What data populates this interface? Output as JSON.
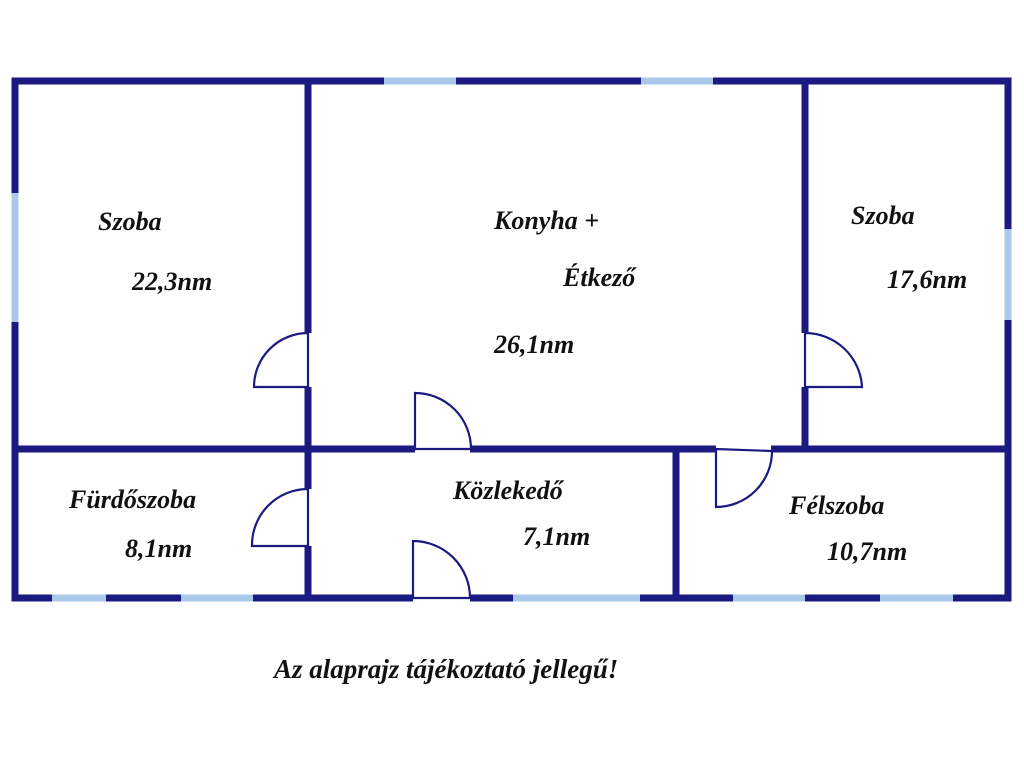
{
  "rooms": [
    {
      "name": "Szoba",
      "area": "22,3nm"
    },
    {
      "name_line1": "Konyha +",
      "name_line2": "Étkező",
      "area": "26,1nm"
    },
    {
      "name": "Szoba",
      "area": "17,6nm"
    },
    {
      "name": "Fürdőszoba",
      "area": "8,1nm"
    },
    {
      "name": "Közlekedő",
      "area": "7,1nm"
    },
    {
      "name": "Félszoba",
      "area": "10,7nm"
    }
  ],
  "note": "Az alaprajz tájékoztató jellegű!",
  "colors": {
    "wall": "#1a1a80",
    "window": "#a9c8ea",
    "background": "#ffffff",
    "text": "#111111"
  }
}
